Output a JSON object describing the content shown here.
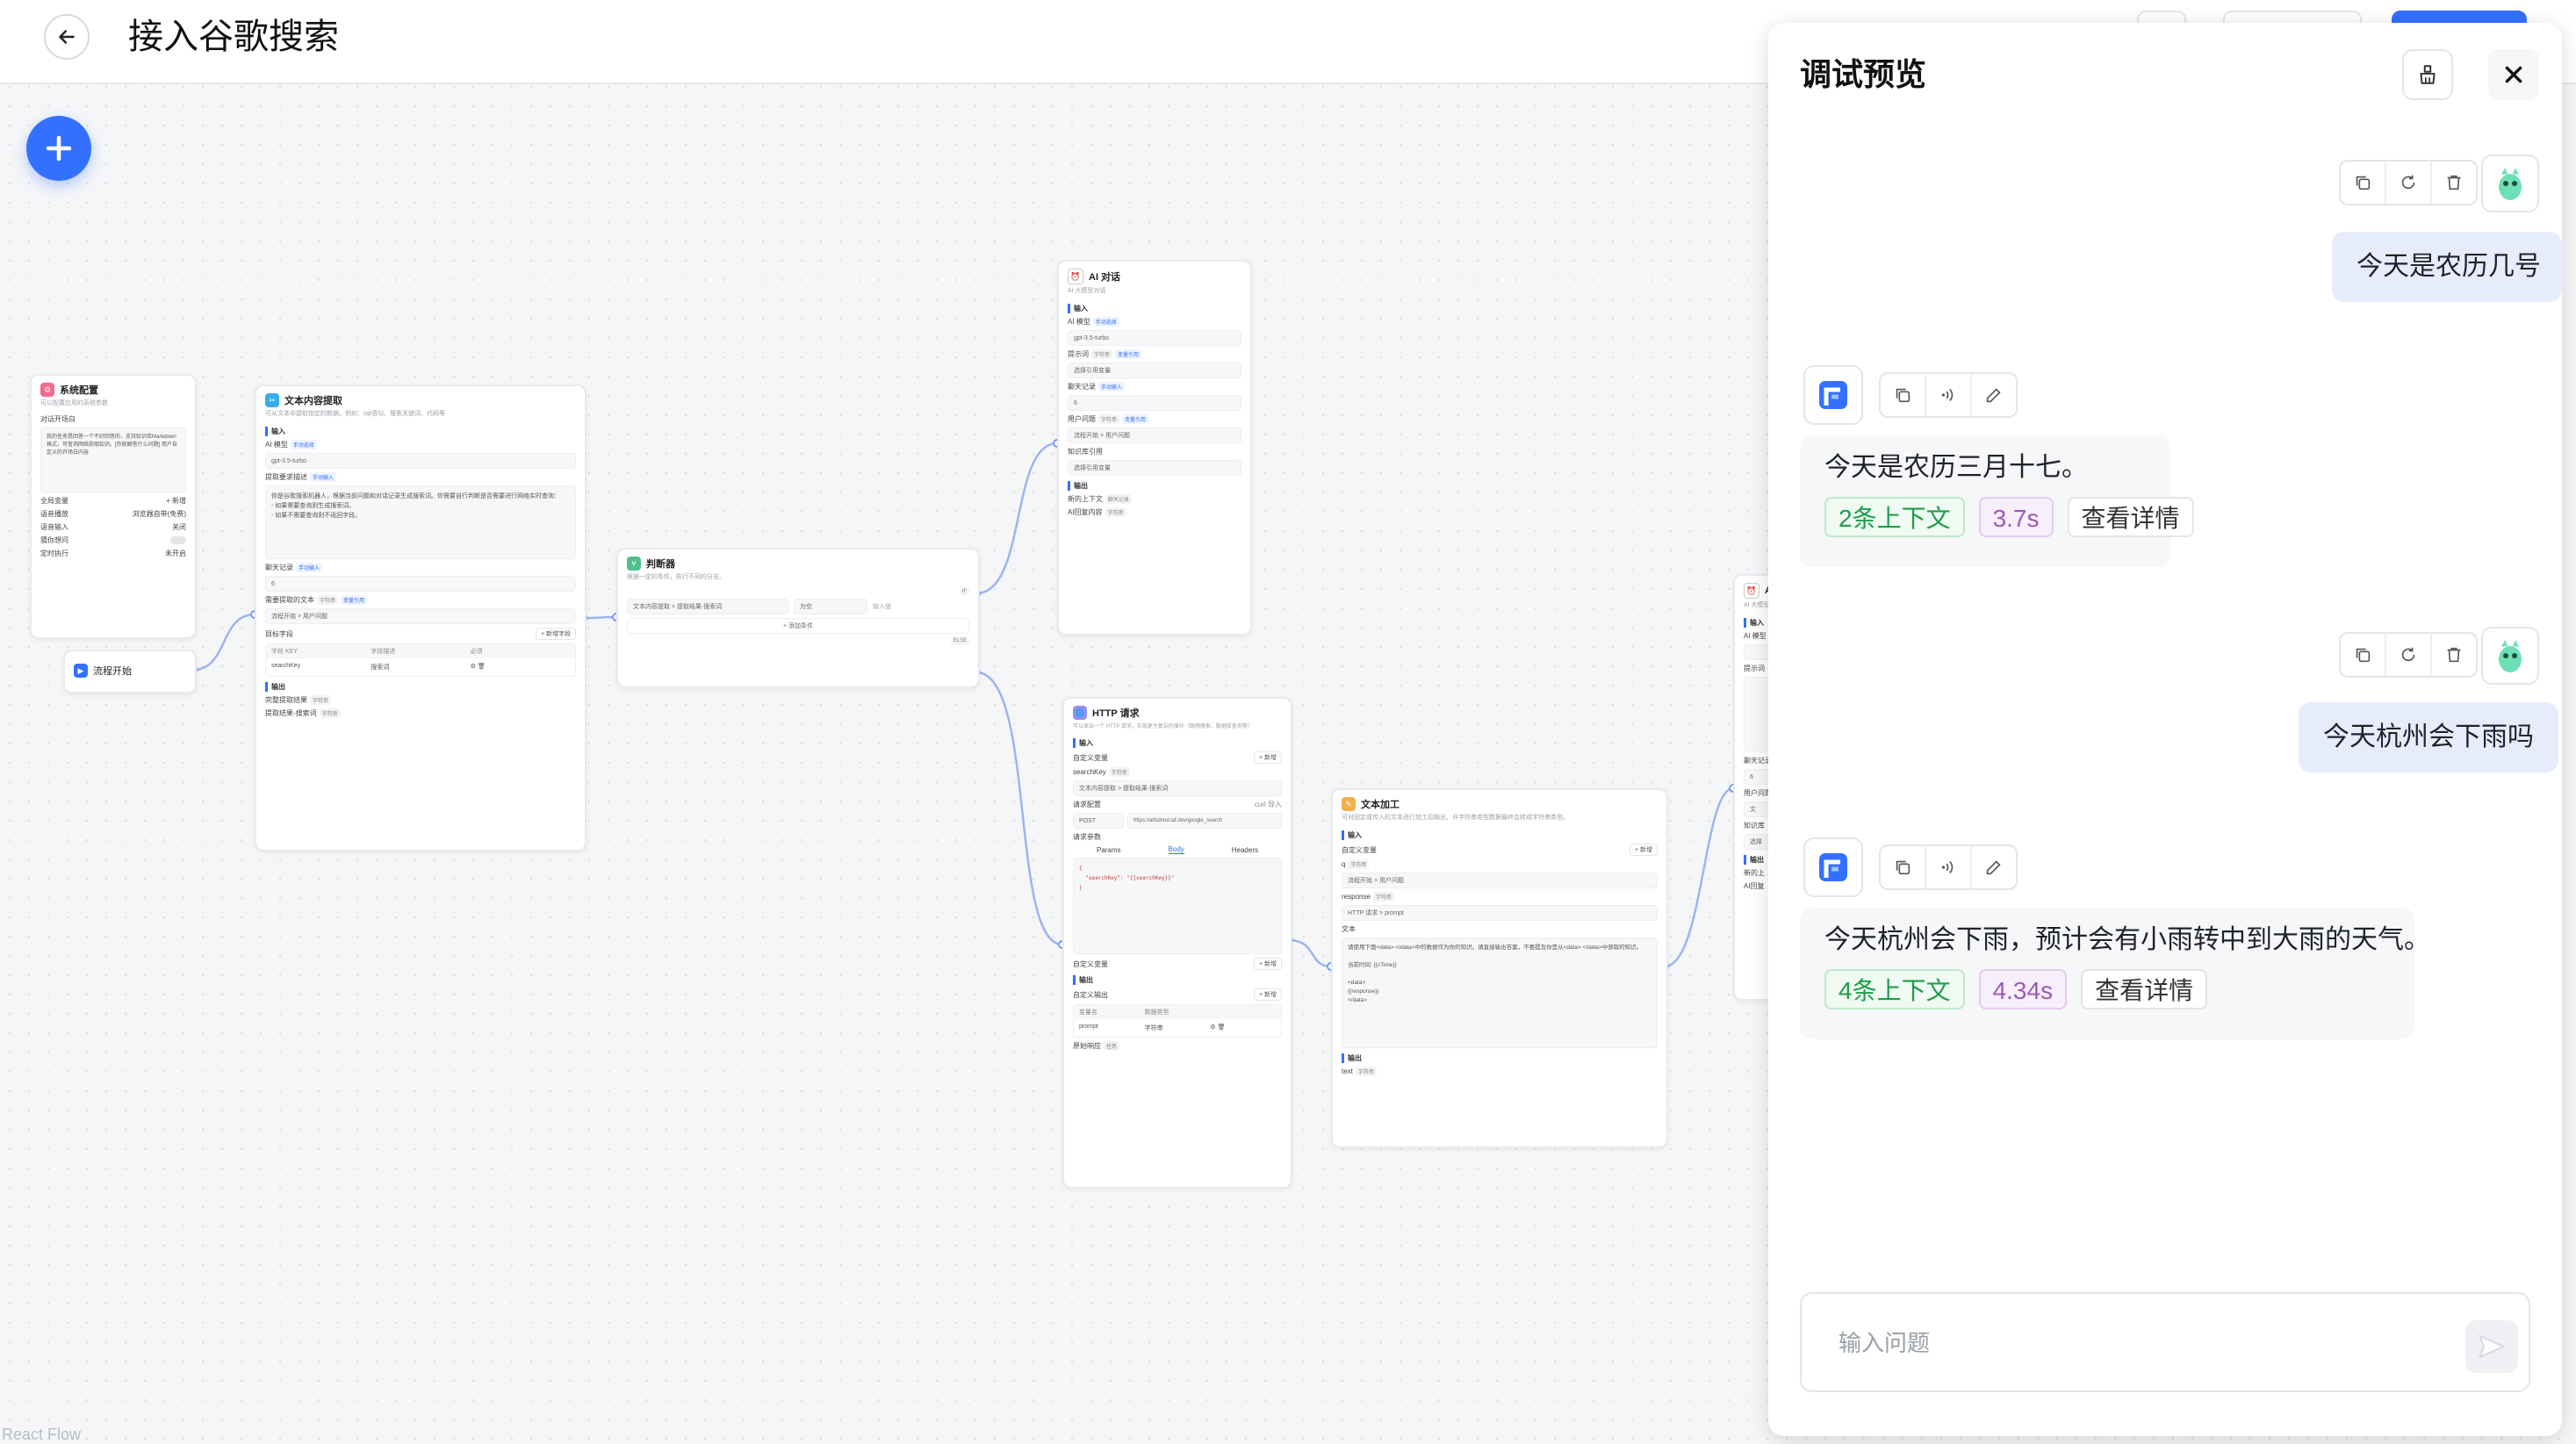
{
  "header": {
    "title": "接入谷歌搜索"
  },
  "canvas": {
    "attribution": "React Flow"
  },
  "nodes": {
    "system": {
      "title": "系统配置",
      "desc": "可以配置应用的系统参数",
      "opening_label": "对话开场白",
      "opening_text": "我的任务是回答一个不好回答的，支持知识库Markdown格式，可查询网络获取知识。[你能解答什么问题] 用户自定义的开场白内容",
      "items": [
        {
          "label": "全局变量",
          "value": "+ 新增"
        },
        {
          "label": "语音播放",
          "value": "浏览器自带(免费)"
        },
        {
          "label": "语音输入",
          "value": "关闭"
        },
        {
          "label": "猜你想问",
          "value": ""
        },
        {
          "label": "定时执行",
          "value": "未开启"
        }
      ]
    },
    "start": {
      "title": "流程开始"
    },
    "extract": {
      "title": "文本内容提取",
      "desc": "可从文本中提取指定的数据，例如：sql语句、搜索关键词、代码等",
      "input": "输入",
      "model_label": "AI 模型",
      "model_tag": "手动选择",
      "model": "gpt-3.5-turbo",
      "req_label": "提取要求描述",
      "req_tag": "手动输入",
      "req_text": "你是谷歌搜索机器人，根据当前问题和对话记录生成搜索词。你需要自行判断是否需要进行网络实时查询：\n- 如果需要查询则生成搜索词。\n- 如果不需要查询则不返回字段。",
      "history_label": "聊天记录",
      "history_tag": "手动输入",
      "history_value": "6",
      "text_label": "需要提取的文本",
      "text_tag1": "字符串",
      "text_tag2": "变量引用",
      "text_value": "流程开始 > 用户问题",
      "fields_label": "目标字段",
      "fields_add": "+ 新增字段",
      "cols": [
        "字段 KEY",
        "字段描述",
        "必须"
      ],
      "row": [
        "searchKey",
        "搜索词",
        ""
      ],
      "output": "输出",
      "out1": "完整提取结果",
      "out1_tag": "字符串",
      "out2": "提取结果-搜索词",
      "out2_tag": "字符串"
    },
    "judge": {
      "title": "判断器",
      "desc": "根据一定的条件，执行不同的分支。",
      "if_tag": "IF",
      "cond_var": "文本内容提取 > 提取结果-搜索词",
      "cond_op": "为空",
      "cond_val": "输入值",
      "add_cond": "+ 添加条件",
      "else_tag": "ELSE"
    },
    "ai": {
      "title": "AI 对话",
      "desc": "AI 大模型对话",
      "input": "输入",
      "model_label": "AI 模型",
      "model_tag": "手动选择",
      "model": "gpt-3.5-turbo",
      "prompt_label": "提示词",
      "prompt_tag1": "字符串",
      "prompt_tag2": "变量引用",
      "prompt_value": "选择引用变量",
      "history_label": "聊天记录",
      "history_tag": "手动输入",
      "history_value": "6",
      "q_label": "用户问题",
      "q_tag1": "字符串",
      "q_tag2": "变量引用",
      "q_value": "流程开始 > 用户问题",
      "kb_label": "知识库引用",
      "kb_value": "选择引用变量",
      "output": "输出",
      "out1": "新的上下文",
      "out1_tag": "聊天记录",
      "out2": "AI回复内容",
      "out2_tag": "字符串"
    },
    "http": {
      "title": "HTTP 请求",
      "desc": "可以发出一个 HTTP 请求，实现更为复杂的操作（联网搜索、数据库查询等）",
      "input": "输入",
      "custom_vars": "自定义变量",
      "add": "+ 新增",
      "var_name": "searchKey",
      "var_tag": "字符串",
      "var_value": "文本内容提取 > 提取结果-搜索词",
      "req_cfg": "请求配置",
      "curl": "curl 导入",
      "method": "POST",
      "url": "https://aifsdnnd.laf.dev/google_search",
      "params_label": "请求参数",
      "tabs": [
        "Params",
        "Body",
        "Headers"
      ],
      "body": "{\n  \"searchKey\": \"{{searchKey}}\"\n}",
      "custom_vars2": "自定义变量",
      "output": "输出",
      "custom_out": "自定义输出",
      "cols": [
        "变量名",
        "数据类型"
      ],
      "row": [
        "prompt",
        "字符串"
      ],
      "raw": "原始响应",
      "raw_tag": "任意"
    },
    "textproc": {
      "title": "文本加工",
      "desc": "可对固定或传入的文本进行加工后输出，非字符串类型数据最终会转成字符串类型。",
      "input": "输入",
      "custom_vars": "自定义变量",
      "add": "+ 新增",
      "v1_name": "q",
      "v1_tag": "字符串",
      "v1_value": "流程开始 > 用户问题",
      "v2_name": "response",
      "v2_tag": "字符串",
      "v2_value": "HTTP 请求 > prompt",
      "text_label": "文本",
      "text": "请使用下面<data> </data>中的数据作为你的知识。请直接输出答案，不要提及你是从<data> </data>中获取的知识。\n\n当前时间: {{cTime}}\n\n<data>\n{{response}}\n</data>",
      "output": "输出",
      "out1": "text",
      "out1_tag": "字符串"
    },
    "ai2": {
      "title": "AI",
      "desc": "AI 大模型",
      "input": "输入",
      "model_label": "AI 模型",
      "prompt_label": "提示词",
      "history_label": "聊天记录",
      "history_value": "6",
      "q_label": "用户问题",
      "q_value": "文",
      "kb_label": "知识库",
      "kb_value": "选择",
      "output": "输出",
      "out1": "新的上",
      "out2": "AI回复"
    }
  },
  "panel": {
    "title": "调试预览",
    "messages": [
      {
        "role": "user",
        "text": "今天是农历几号"
      },
      {
        "role": "ai",
        "text": "今天是农历三月十七。",
        "context": "2条上下文",
        "time": "3.7s",
        "detail": "查看详情"
      },
      {
        "role": "user",
        "text": "今天杭州会下雨吗"
      },
      {
        "role": "ai",
        "text": "今天杭州会下雨，预计会有小雨转中到大雨的天气。",
        "context": "4条上下文",
        "time": "4.34s",
        "detail": "查看详情"
      }
    ],
    "input_placeholder": "输入问题"
  },
  "zoom": {
    "in": "+",
    "out": "−",
    "fit": "⛶"
  },
  "colors": {
    "accent": "#3370ff",
    "context_green": "#1e9e4a",
    "time_purple": "#9b59b6",
    "user_bubble": "#e6ecfb"
  }
}
